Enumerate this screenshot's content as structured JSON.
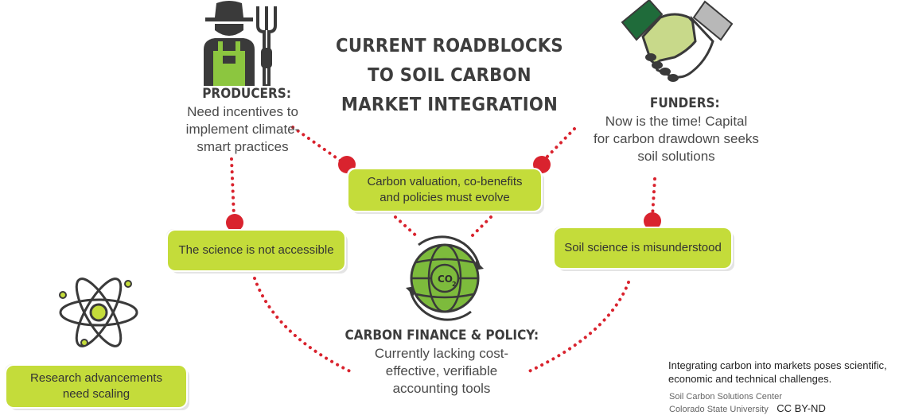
{
  "title": {
    "line1": "CURRENT ROADBLOCKS",
    "line2": "TO SOIL CARBON",
    "line3": "MARKET INTEGRATION"
  },
  "producers": {
    "heading": "PRODUCERS:",
    "line1": "Need incentives to",
    "line2": "implement climate-",
    "line3": "smart practices"
  },
  "funders": {
    "heading": "FUNDERS:",
    "line1": "Now is the time! Capital",
    "line2": "for carbon drawdown seeks",
    "line3": "soil solutions"
  },
  "finance": {
    "heading": "CARBON FINANCE & POLICY:",
    "line1": "Currently lacking cost-",
    "line2": "effective, verifiable",
    "line3": "accounting tools",
    "co2_label": "CO",
    "co2_sub": "2"
  },
  "pills": {
    "valuation_line1": "Carbon valuation, co-benefits",
    "valuation_line2": "and policies must evolve",
    "science_access": "The science is not accessible",
    "science_misunderstood": "Soil science is misunderstood",
    "research_line1": "Research advancements",
    "research_line2": "need scaling"
  },
  "caption": {
    "line1": "Integrating carbon into markets poses scientific,",
    "line2": "economic and technical challenges.",
    "credit_line1": "Soil Carbon Solutions Center",
    "credit_line2": "Colorado State University",
    "license": "CC BY-ND"
  },
  "colors": {
    "accent_green": "#c4dc3a",
    "dot_red": "#d9232e",
    "dark_green": "#1f6b3a",
    "text_dark": "#3d3d3d"
  },
  "icons": [
    "farmer-icon",
    "pitchfork-icon",
    "handshake-icon",
    "atom-icon",
    "co2-globe-icon"
  ]
}
